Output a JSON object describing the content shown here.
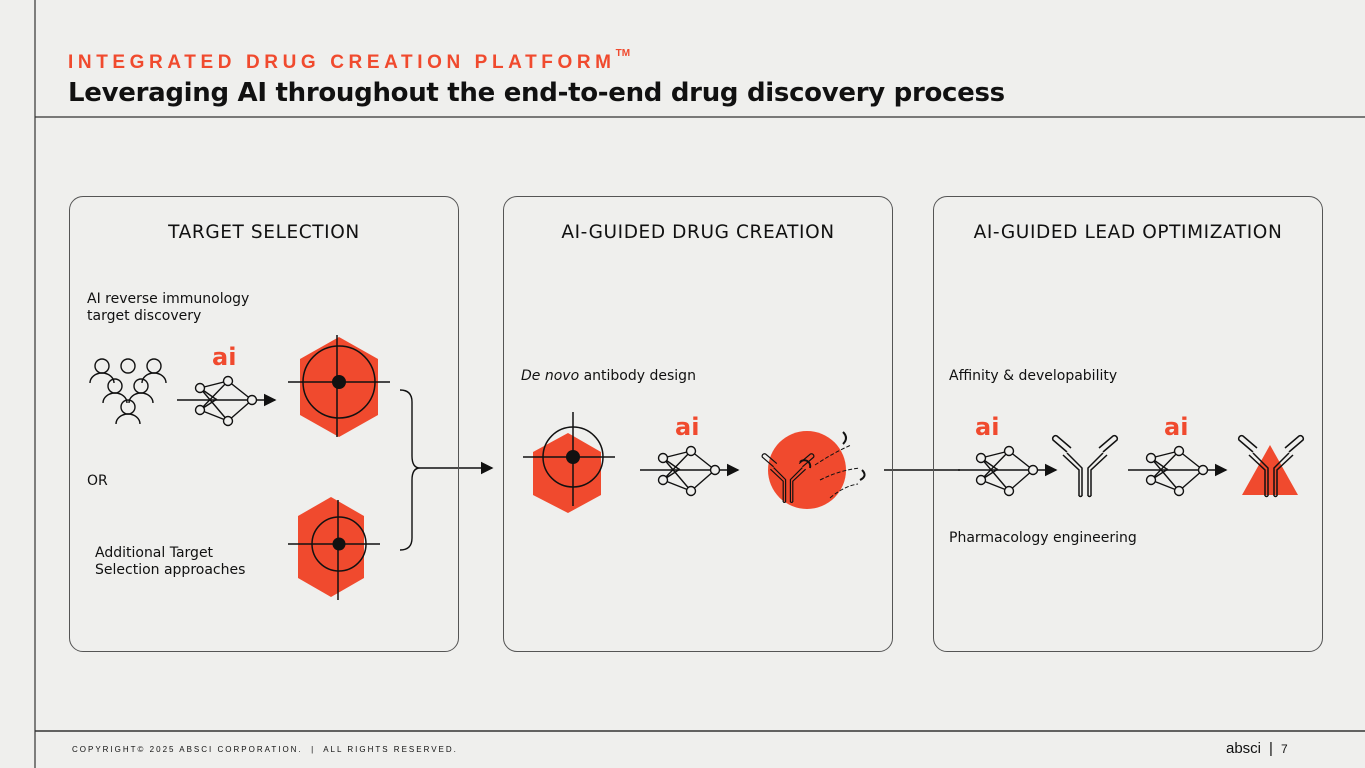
{
  "header": {
    "eyebrow": "INTEGRATED DRUG CREATION PLATFORM",
    "trademark": "TM",
    "title": "Leveraging AI throughout the end-to-end drug discovery process"
  },
  "panels": [
    {
      "title": "TARGET SELECTION",
      "items": [
        "AI reverse immunology target discovery",
        "OR",
        "Additional Target Selection approaches"
      ]
    },
    {
      "title": "AI-GUIDED DRUG CREATION",
      "item_italic": "De novo",
      "item_rest": " antibody design"
    },
    {
      "title": "AI-GUIDED LEAD OPTIMIZATION",
      "items": [
        "Affinity & developability",
        "Pharmacology engineering"
      ]
    }
  ],
  "ai_label": "ai",
  "footer": {
    "copyright": "COPYRIGHT© 2025 ABSCI CORPORATION.  |  ALL RIGHTS RESERVED.",
    "logo": "absci",
    "page": "7"
  },
  "colors": {
    "accent": "#f04a2e",
    "background": "#efefed"
  }
}
